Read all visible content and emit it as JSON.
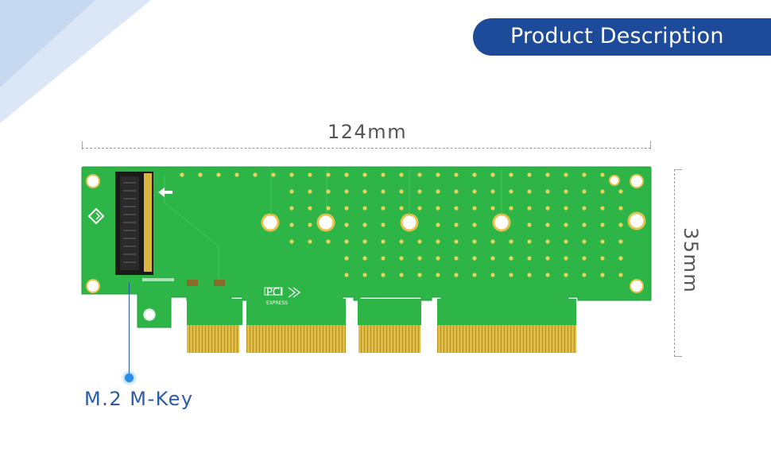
{
  "header": {
    "title": "Product Description",
    "accent_color": "#1e4a9a"
  },
  "dimensions": {
    "width_label": "124mm",
    "height_label": "35mm"
  },
  "callout": {
    "label": "M.2 M-Key",
    "color": "#2a5aa8"
  },
  "board": {
    "pcb_color": "#2fb44a",
    "gold_finger_color": "#d9b640",
    "silkscreen": {
      "pci_logo": "PCI",
      "express_text": "EXPRESS"
    }
  }
}
